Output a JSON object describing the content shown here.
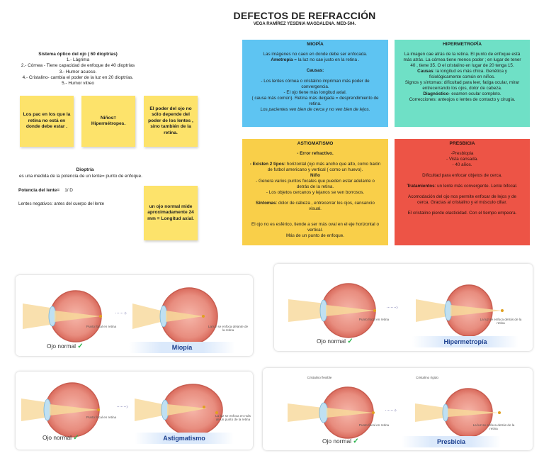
{
  "header": {
    "title": "DEFECTOS DE REFRACCIÓN",
    "author": "VEGA RAMÍREZ YESENIA MAGDALENA. MED-504."
  },
  "system": {
    "heading": "Sistema óptico del ojo ( 60 dioptrías)",
    "items": [
      "1.- Lágrima",
      "2.- Córnea - Tiene capacidad de enfoque de 40 dioptrías",
      "3.- Humor acuoso.",
      "4.- Cristalino- cambia el poder de la luz en 20 dioptrías.",
      "5.- Humor vitreo"
    ]
  },
  "stickies": [
    "Los pac en los que la retina no está en donde debe estar .",
    "Niños= Hipermétropes.",
    "El poder del ojo no sólo depende del poder de los lentes , sino también de la retina.",
    "un ojo normal mide aproximadamente 24 mm = Longitud axial."
  ],
  "dioptria": {
    "heading": "Dioptría",
    "text": "es una medida de la potencia de un lente= punto de enfoque.",
    "power_label": "Potencia del lente=",
    "power_formula": "1/ D",
    "negative": "Lentes negativos: antes del cuerpo del lente"
  },
  "miopia": {
    "title": "MIOPÍA",
    "l1": "Las imágenes no caen en donde debe ser enfocada.",
    "l2a": "Ametropía",
    "l2b": " = la luz no cae justo en la retina .",
    "causes_title": "Causas:",
    "c1": "- Los lentes córnea o cristalino impriman más poder de convergencia.",
    "c2": "- El ojo tiene más longitud axial.",
    "c3": "( causa más común). Retina más delgada = desprendimiento de retina.",
    "c4": "Los pacientes ven bien de cerca y no ven bien de lejos."
  },
  "hiper": {
    "title": "HIPERMETROPÍA",
    "l1": "La imagen cae atrás de la retina. El punto de enfoque está más atrás. La córnea tiene menos poder ; en lugar de tener 40 , tiene 35. O el cristalino en lugar de 20 tenga 15.",
    "l2a": "Causas",
    "l2b": ": la longitud es más chica. Genética y fisiológicamente común en niños.",
    "l3": "Signos y síntomas: dificultad para leer, fatiga ocular, mirar entrecerrando los ojos, dolor de cabeza.",
    "l4a": "Diagnóstico",
    "l4b": "- examen ocular completo.",
    "l5": "Correcciones: anteojos o lentes de contacto y cirugía."
  },
  "astig": {
    "title": "ASTIGMATISMO",
    "l1": "- Error refractivo.",
    "l2a": "- Existen 2 tipos:",
    "l2b": " horizontal (ojo más ancho que alto, como balón de futbol americano y vertical ( como un huevo).",
    "l3": "Niño",
    "l4": "- Genera varios puntos focales que pueden estar adelante o detrás de la retina.",
    "l5": "- Los objetos cercanos y lejanos se ven borrosos.",
    "l6a": "Síntomas",
    "l6b": ": dolor de cabeza , entrecerrar los ojos, cansancio visual.",
    "l7": "El ojo no es esférico, tiende a ser más oval en el eje horizontal o vertical.",
    "l8": "Más de un punto de enfoque."
  },
  "presbicia": {
    "title": "PRESBICIA",
    "l1": "-Presbiopia",
    "l2": "- Vista cansada.",
    "l3": "- 40 años.",
    "l4": "Dificultad para enfocar objetos de cerca.",
    "l5a": "Tratamientos",
    "l5b": ": un lente más convergente. Lente bifocal.",
    "l6": "Acomodación del ojo nos permite enfocar de lejos y de cerca. Gracias al cristalino y el músculo ciliar.",
    "l7": "El cristalino pierde elasticidad. Con el tiempo empeora."
  },
  "diagrams": {
    "normal_label": "Ojo normal",
    "check": "✓",
    "miopia": {
      "name": "Miopía",
      "focal": "Punto focal en retina",
      "note": "La luz se enfoca delante de la retina"
    },
    "hiper": {
      "name": "Hipermetropía",
      "focal": "Punto focal en retina",
      "note": "La luz se enfoca detrás de la retina"
    },
    "astig": {
      "name": "Astigmatismo",
      "focal": "Punto focal en retina",
      "note": "La luz se enfoca en más de un punto de la retina"
    },
    "presb": {
      "name": "Presbicia",
      "focal": "Punto focal en retina",
      "note": "La luz se enfoca detrás de la retina",
      "flex": "Cristalino flexible",
      "rigid": "Cristalino rígido"
    }
  },
  "colors": {
    "blue": "#5ec4f2",
    "teal": "#6fe0c6",
    "yellow": "#f9cf49",
    "red": "#ed5446",
    "sticky": "#fde36b"
  }
}
